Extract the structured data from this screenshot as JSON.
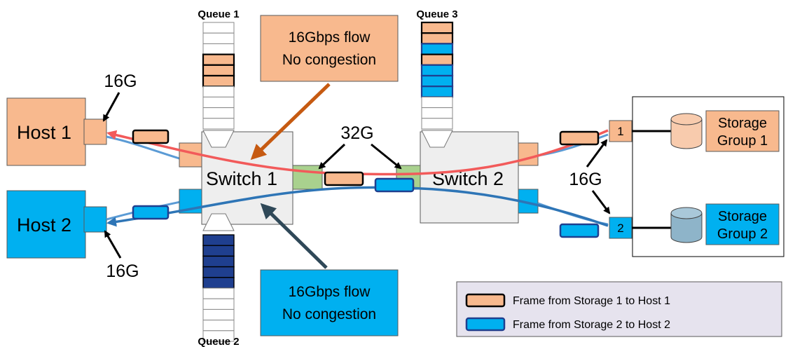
{
  "colors": {
    "orange": "#F8B98E",
    "blue": "#00B0F0",
    "navy": "#1F3F8F",
    "red_flow": "#F25A5A",
    "blue_flow": "#2E75B6",
    "switch_fill": "#EEEEEE",
    "isl_green": "#A9D18E",
    "legend_fill": "#E6E3EE",
    "arrow_orange": "#C65A11",
    "arrow_navy": "#2F4858",
    "disk_orange": "#F8CBAD",
    "disk_blue": "#8EB4C9"
  },
  "hosts": [
    {
      "label": "Host 1"
    },
    {
      "label": "Host 2"
    }
  ],
  "switches": [
    {
      "label": "Switch 1"
    },
    {
      "label": "Switch 2"
    }
  ],
  "queues": [
    {
      "label": "Queue 1",
      "frames": [
        3,
        4,
        5
      ],
      "frame_color": "orange"
    },
    {
      "label": "Queue 2",
      "frames": [
        0,
        1,
        2,
        3,
        4
      ],
      "frame_color": "navy"
    },
    {
      "label": "Queue 3",
      "frames": [
        0,
        1,
        2,
        3,
        4,
        5,
        6
      ],
      "frame_color": "mixed"
    }
  ],
  "link_speeds": {
    "host1": "16G",
    "host2": "16G",
    "isl": "32G",
    "storage": "16G"
  },
  "storage": {
    "port1": "1",
    "port2": "2",
    "group1": [
      "Storage",
      "Group 1"
    ],
    "group2": [
      "Storage",
      "Group 2"
    ]
  },
  "callouts": {
    "orange": [
      "16Gbps flow",
      "No congestion"
    ],
    "blue": [
      "16Gbps flow",
      "No congestion"
    ]
  },
  "legend": [
    {
      "label": "Frame from Storage 1 to Host 1",
      "color": "orange"
    },
    {
      "label": "Frame from Storage 2 to Host 2",
      "color": "blue"
    }
  ]
}
